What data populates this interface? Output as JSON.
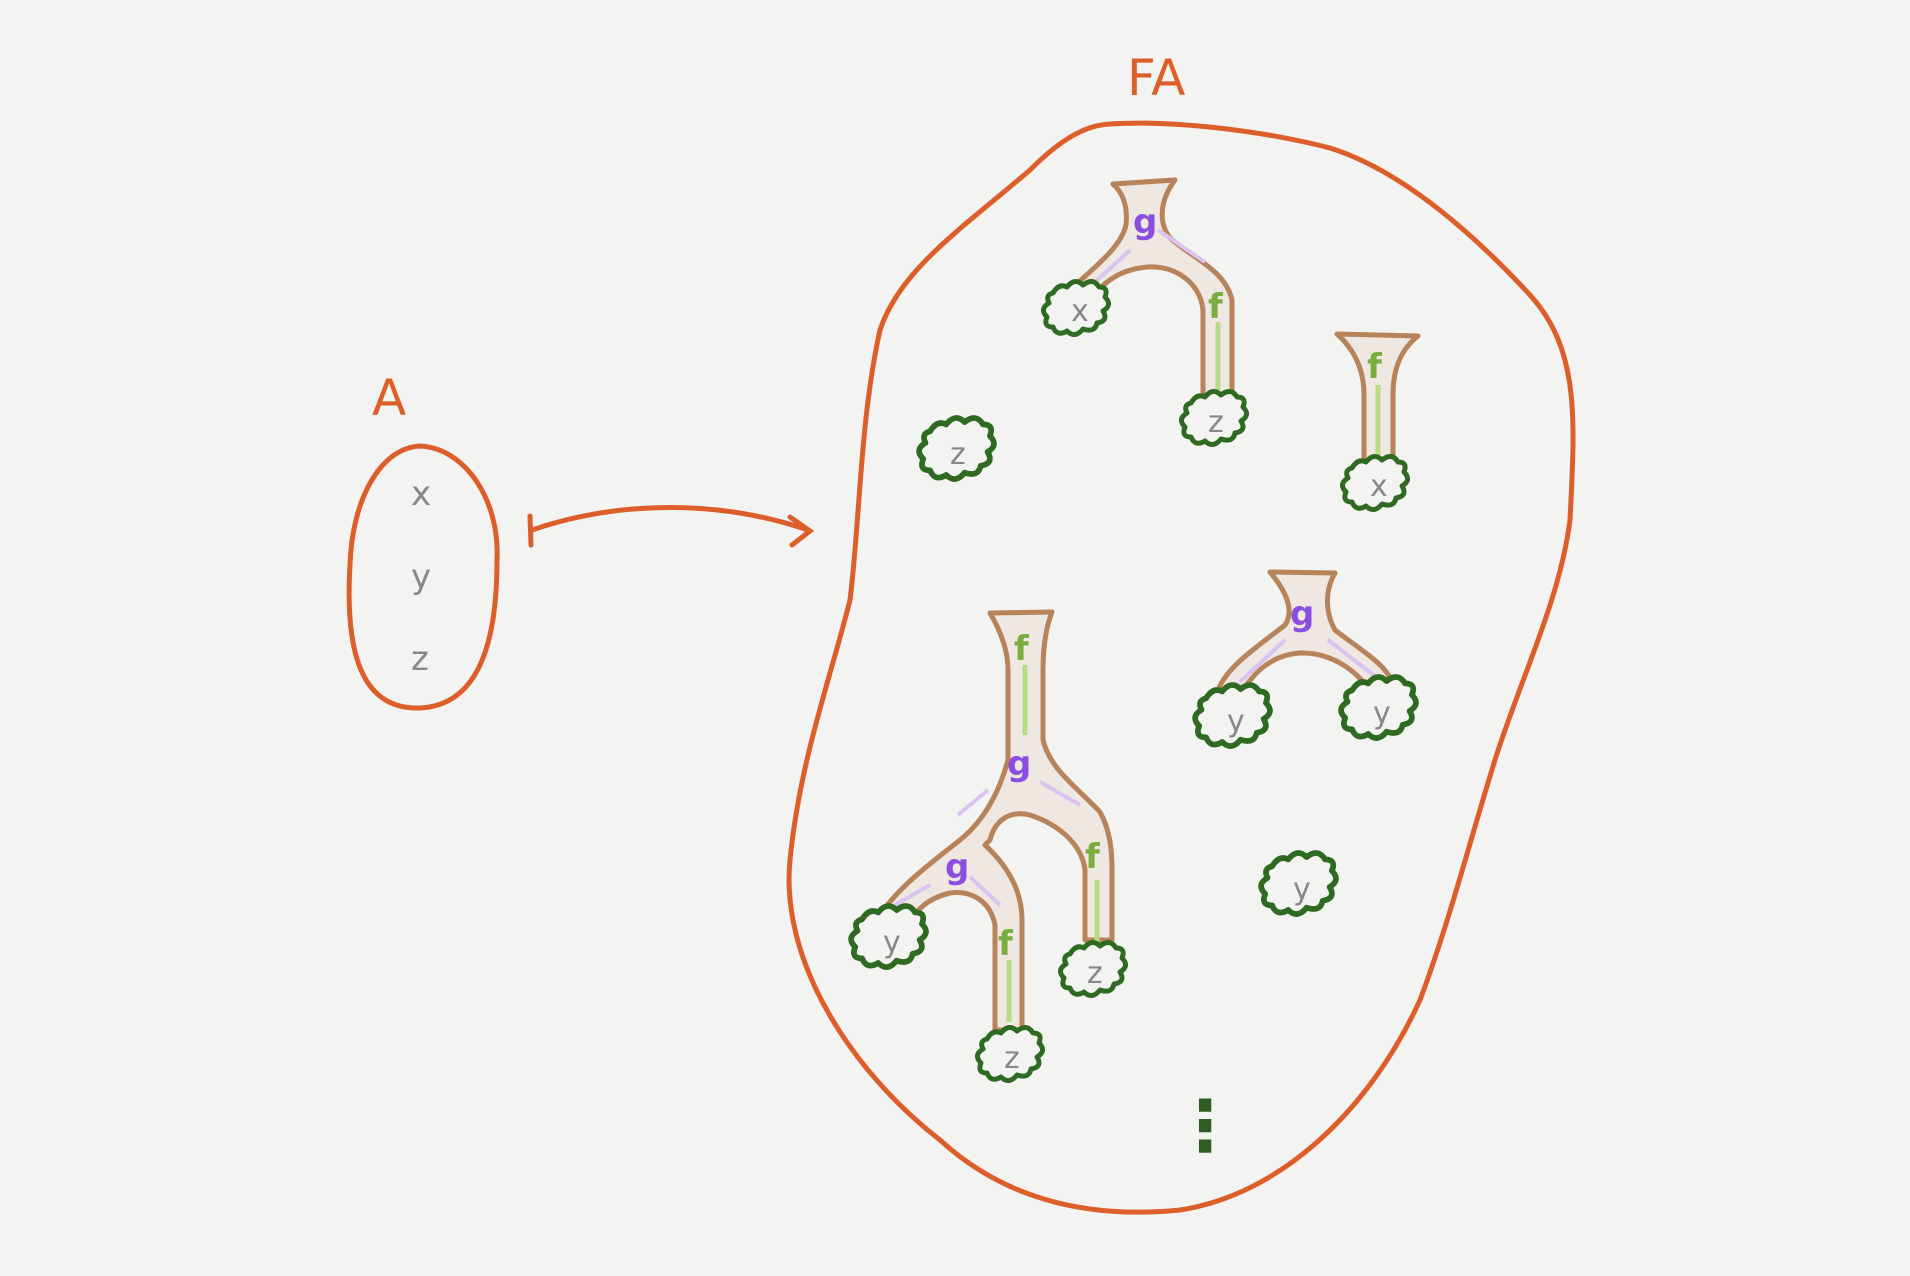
{
  "colors": {
    "background": "#f3f3f1",
    "set_outline": "#dc5f2b",
    "branch_outline": "#b7835a",
    "branch_fill": "#efe7e1",
    "g_color": "#8a4fe0",
    "g_line": "#d9c4f2",
    "f_color": "#79ad3e",
    "f_line": "#b8dc83",
    "leaf_outline": "#2f6a23",
    "element_text": "#888888",
    "dots": "#2f5e24"
  },
  "set_a": {
    "label": "A",
    "elements": [
      "x",
      "y",
      "z"
    ]
  },
  "set_fa": {
    "label": "FA",
    "continuation": "⋮"
  },
  "ops": {
    "g": "g",
    "f": "f"
  },
  "leaves": {
    "t1_x": "x",
    "t1_z": "z",
    "t2_z": "z",
    "t3_x": "x",
    "t4_y1": "y",
    "t4_y2": "y",
    "t5_y1": "y",
    "t5_z1": "z",
    "t5_z2": "z",
    "t6_y": "y"
  }
}
